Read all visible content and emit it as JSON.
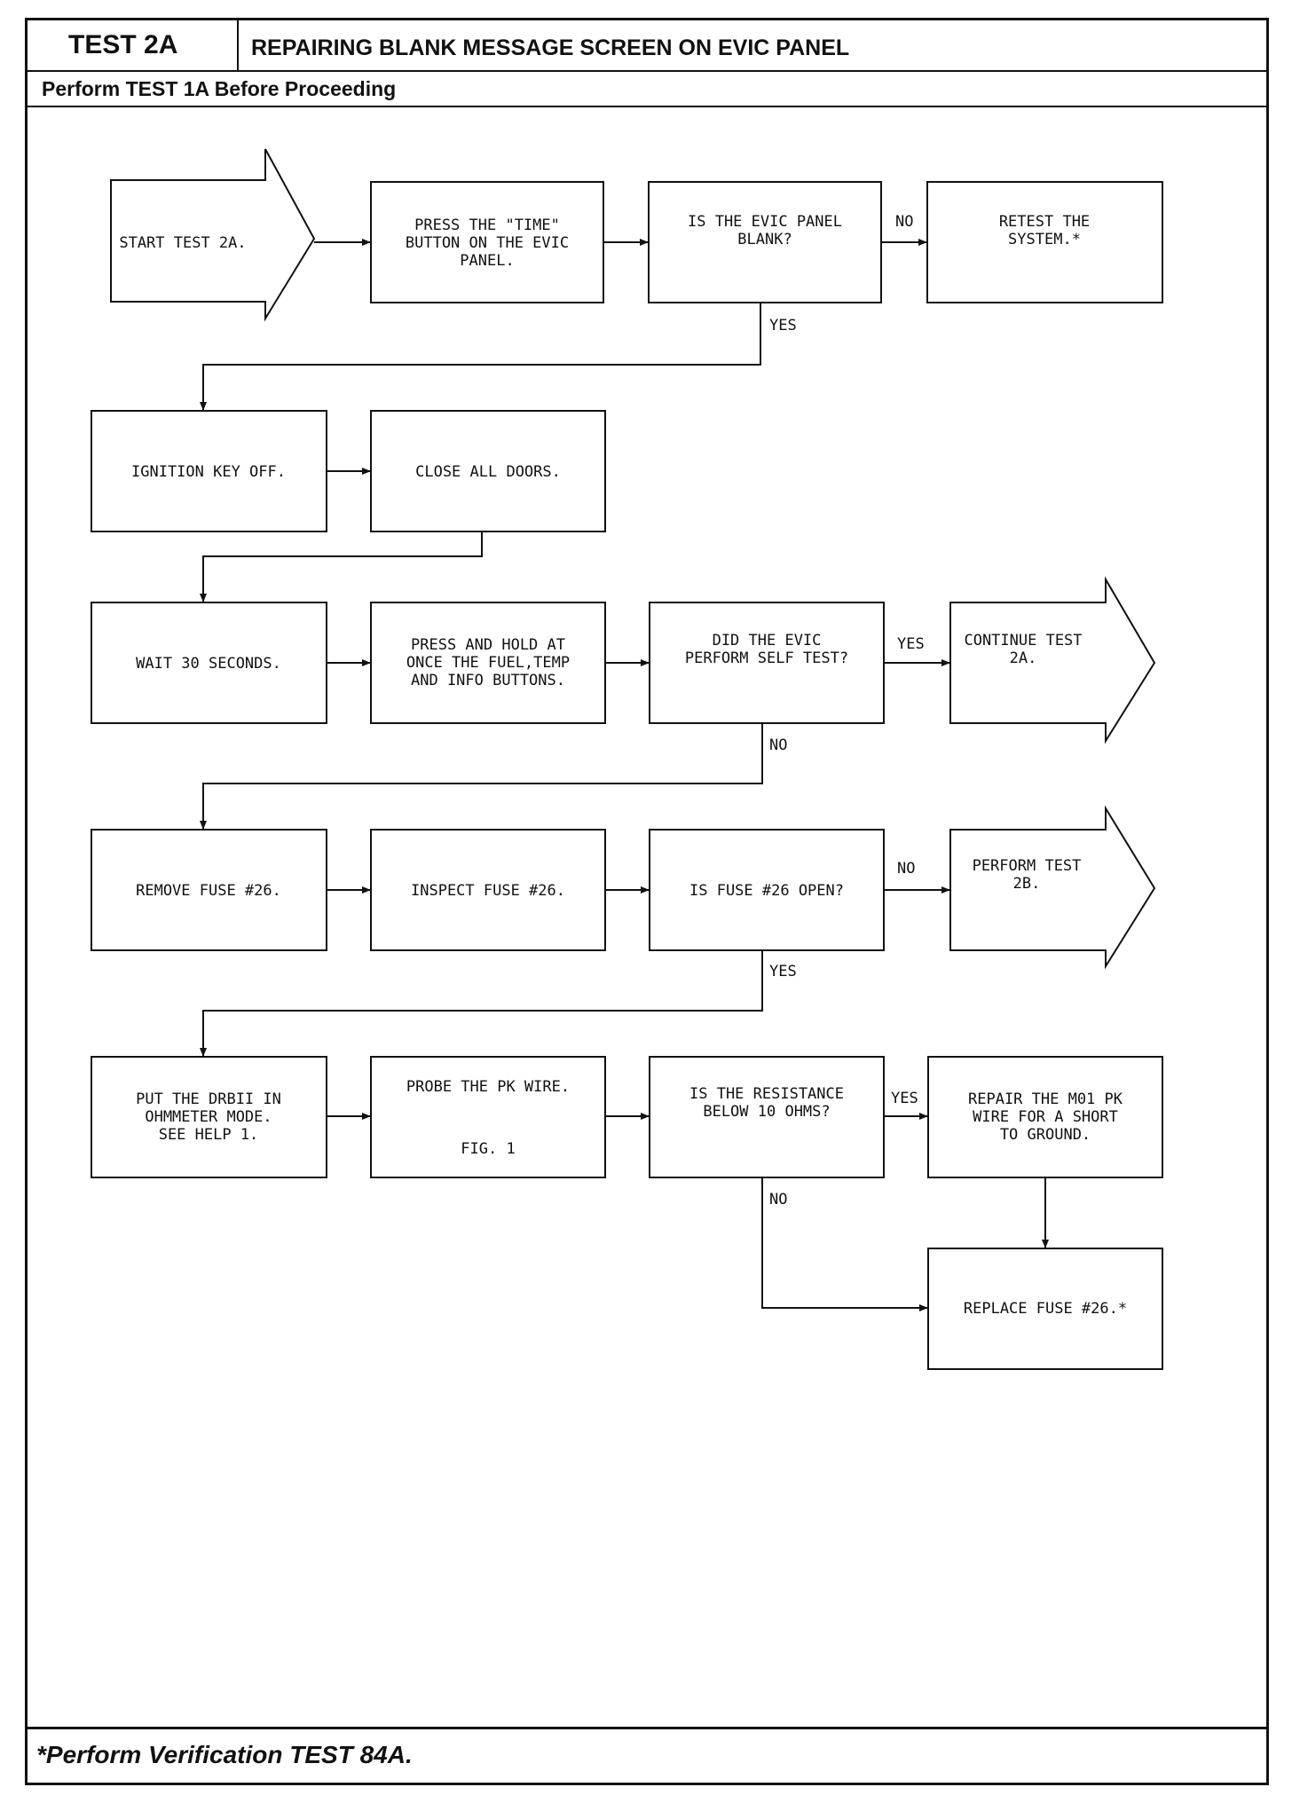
{
  "header": {
    "test_id": "TEST 2A",
    "title": "REPAIRING BLANK MESSAGE SCREEN ON EVIC PANEL",
    "prerequisite": "Perform TEST 1A Before Proceeding"
  },
  "footer": {
    "note": "*Perform Verification TEST 84A."
  },
  "flow": {
    "start": [
      "START TEST 2A."
    ],
    "press_time": [
      "PRESS THE \"TIME\"",
      "BUTTON ON THE EVIC",
      "PANEL."
    ],
    "q_blank": [
      "IS THE EVIC PANEL",
      "BLANK?"
    ],
    "retest": [
      "RETEST THE",
      "SYSTEM.*"
    ],
    "ign_off": [
      "IGNITION KEY OFF."
    ],
    "close_doors": [
      "CLOSE ALL DOORS."
    ],
    "wait30": [
      "WAIT 30 SECONDS."
    ],
    "press_hold": [
      "PRESS AND HOLD AT",
      "ONCE THE FUEL,TEMP",
      "AND INFO BUTTONS."
    ],
    "q_selftest": [
      "DID THE EVIC",
      "PERFORM SELF TEST?"
    ],
    "continue": [
      "CONTINUE TEST",
      "2A."
    ],
    "remove_fuse": [
      "REMOVE FUSE #26."
    ],
    "inspect_fuse": [
      "INSPECT FUSE #26."
    ],
    "q_fuse_open": [
      "IS FUSE #26 OPEN?"
    ],
    "perform_2b": [
      "PERFORM TEST",
      "2B."
    ],
    "put_drbii": [
      "PUT THE DRBII IN",
      "OHMMETER MODE.",
      "SEE HELP 1."
    ],
    "probe": [
      "PROBE THE PK WIRE."
    ],
    "probe_fig": "FIG. 1",
    "q_resistance": [
      "IS THE RESISTANCE",
      "BELOW 10 OHMS?"
    ],
    "repair": [
      "REPAIR THE M01 PK",
      "WIRE FOR A SHORT",
      "TO GROUND."
    ],
    "replace": [
      "REPLACE FUSE #26.*"
    ]
  },
  "labels": {
    "yes": "YES",
    "no": "NO"
  }
}
